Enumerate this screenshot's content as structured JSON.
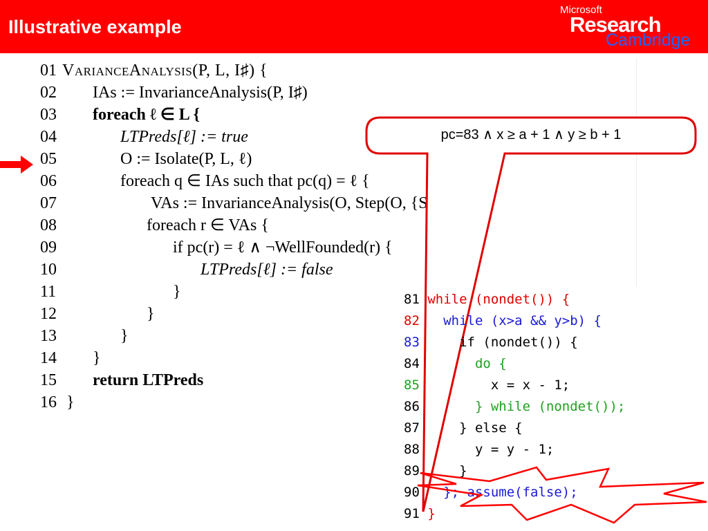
{
  "header": {
    "title": "Illustrative example",
    "logo": {
      "line1": "Microsoft",
      "line2": "Research",
      "line3": "Cambridge"
    }
  },
  "colors": {
    "header_bg": "#ff0000",
    "keyword_red": "#e00000",
    "keyword_blue": "#1a1ad8",
    "keyword_green": "#1fa01f",
    "logo_blue": "#1e64ff"
  },
  "algorithm": {
    "lines": [
      {
        "num": "01",
        "text": "VarianceAnalysis(P, L, I♯) {"
      },
      {
        "num": "02",
        "text": "IAs := InvarianceAnalysis(P, I♯)"
      },
      {
        "num": "03",
        "text": "foreach ℓ ∈ L {"
      },
      {
        "num": "04",
        "text": "LTPreds[ℓ] := true"
      },
      {
        "num": "05",
        "text": "O := Isolate(P, L, ℓ)"
      },
      {
        "num": "06",
        "text": "foreach q ∈ IAs such that pc(q) = ℓ {"
      },
      {
        "num": "07",
        "text": "VAs := InvarianceAnalysis(O, Step(O, {Seed(q)}))"
      },
      {
        "num": "08",
        "text": "foreach r ∈ VAs {"
      },
      {
        "num": "09",
        "text": "if pc(r) = ℓ ∧ ¬WellFounded(r) {"
      },
      {
        "num": "10",
        "text": "LTPreds[ℓ] := false"
      },
      {
        "num": "11",
        "text": "}"
      },
      {
        "num": "12",
        "text": "}"
      },
      {
        "num": "13",
        "text": "}"
      },
      {
        "num": "14",
        "text": "}"
      },
      {
        "num": "15",
        "text": "return LTPreds"
      },
      {
        "num": "16",
        "text": "}"
      }
    ]
  },
  "callout": {
    "condition": "pc=83 ∧ x ≥ a + 1 ∧ y ≥ b + 1"
  },
  "code": {
    "lines": [
      {
        "num": "81",
        "text": "while (nondet()) {"
      },
      {
        "num": "82",
        "text": "  while (x>a && y>b) {"
      },
      {
        "num": "83",
        "text": "    if (nondet()) {"
      },
      {
        "num": "84",
        "text": "      do {"
      },
      {
        "num": "85",
        "text": "        x = x - 1;"
      },
      {
        "num": "86",
        "text": "      } while (nondet());"
      },
      {
        "num": "87",
        "text": "    } else {"
      },
      {
        "num": "88",
        "text": "      y = y - 1;"
      },
      {
        "num": "89",
        "text": "    }"
      },
      {
        "num": "90",
        "text": "  }; assume(false);"
      },
      {
        "num": "91",
        "text": "}"
      }
    ]
  }
}
